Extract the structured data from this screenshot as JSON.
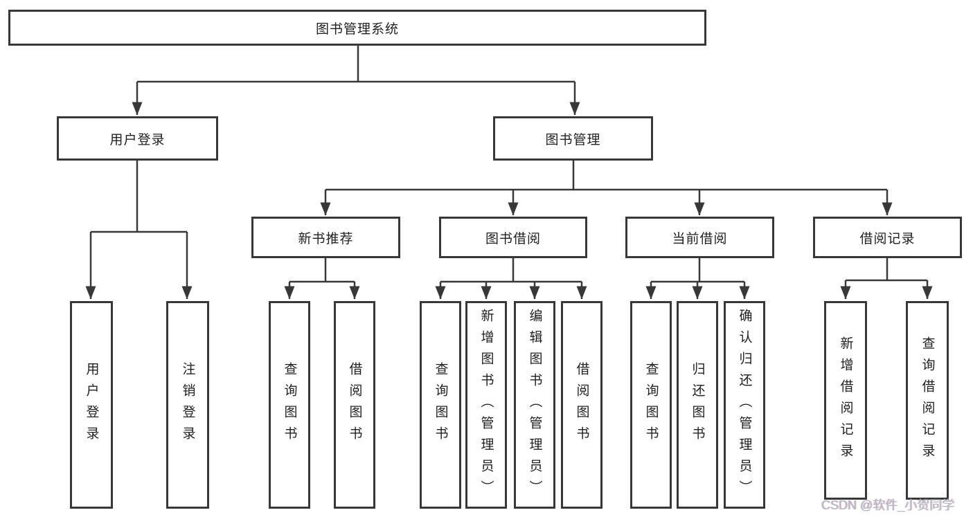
{
  "diagram_type": "hierarchy-tree",
  "tree": {
    "label": "图书管理系统",
    "children": [
      {
        "label": "用户登录",
        "children": [
          "用户登录",
          "注销登录"
        ]
      },
      {
        "label": "图书管理",
        "children": [
          {
            "label": "新书推荐",
            "children": [
              "查询图书",
              "借阅图书"
            ]
          },
          {
            "label": "图书借阅",
            "children": [
              "查询图书",
              "新增图书（管理员）",
              "编辑图书（管理员）",
              "借阅图书"
            ]
          },
          {
            "label": "当前借阅",
            "children": [
              "查询图书",
              "归还图书",
              "确认归还（管理员）"
            ]
          },
          {
            "label": "借阅记录",
            "children": [
              "新增借阅记录",
              "查询借阅记录"
            ]
          }
        ]
      }
    ]
  },
  "watermark": {
    "text": "CSDN @软件_小贺同学"
  },
  "colors": {
    "line": "#383838",
    "box_border": "#383838",
    "box_fill": "#ffffff",
    "text": "#1f1f1f",
    "watermark": "#b4b8bf",
    "background": "#ffffff"
  }
}
